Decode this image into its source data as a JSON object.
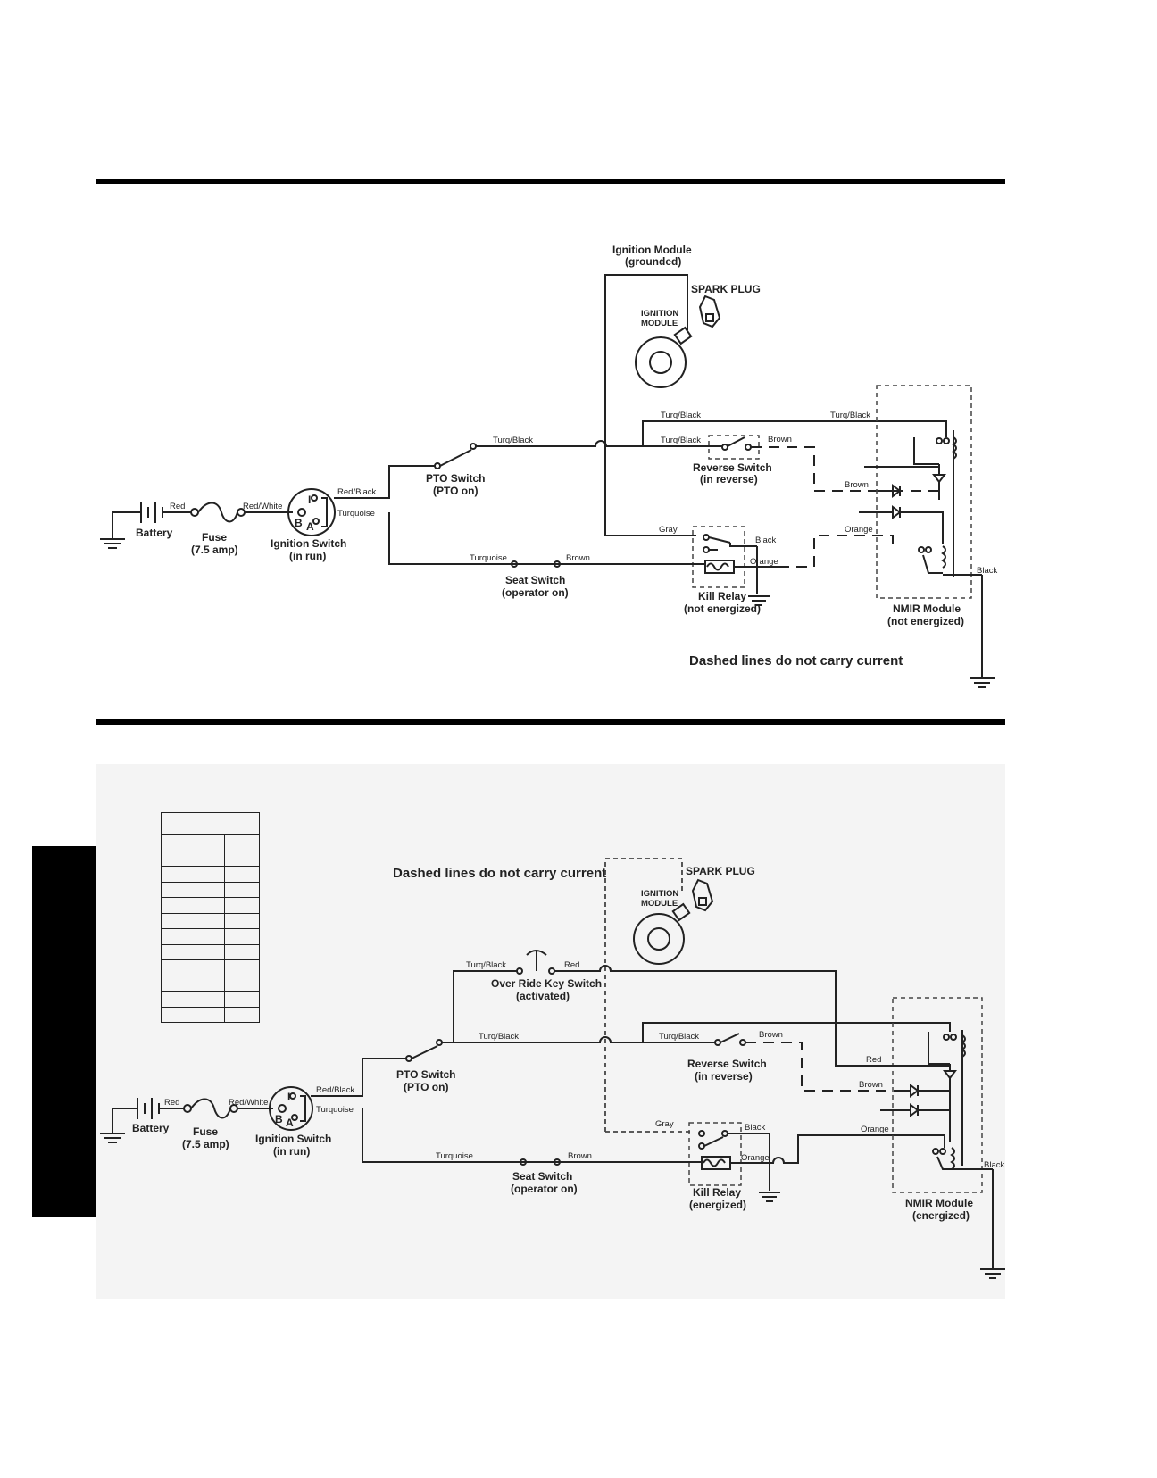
{
  "diagram1": {
    "ignition_module_title": "Ignition Module",
    "ignition_module_state": "(grounded)",
    "spark_plug": "SPARK PLUG",
    "ignition_module_line1": "IGNITION",
    "ignition_module_line2": "MODULE",
    "battery": "Battery",
    "fuse": "Fuse",
    "fuse_rating": "(7.5 amp)",
    "ignition_switch": "Ignition Switch",
    "ignition_switch_state": "(in run)",
    "terminal_i": "I",
    "terminal_b": "B",
    "terminal_a": "A",
    "pto_switch": "PTO Switch",
    "pto_state": "(PTO on)",
    "seat_switch": "Seat Switch",
    "seat_state": "(operator on)",
    "reverse_switch": "Reverse Switch",
    "reverse_state": "(in reverse)",
    "kill_relay": "Kill Relay",
    "kill_state": "(not energized)",
    "nmir_module": "NMIR Module",
    "nmir_state": "(not energized)",
    "note": "Dashed lines do not carry current",
    "wires": {
      "red": "Red",
      "red_white": "Red/White",
      "red_black": "Red/Black",
      "turquoise": "Turquoise",
      "turq_black_pto": "Turq/Black",
      "turq_black_top": "Turq/Black",
      "turq_black_nmir": "Turq/Black",
      "turq_black_rev": "Turq/Black",
      "brown_rev": "Brown",
      "brown_nmir": "Brown",
      "gray": "Gray",
      "black_relay": "Black",
      "orange_relay": "Orange",
      "orange_nmir": "Orange",
      "turquoise_seat": "Turquoise",
      "brown_seat": "Brown",
      "black_nmir": "Black"
    }
  },
  "diagram2": {
    "note": "Dashed lines do not carry current",
    "spark_plug": "SPARK PLUG",
    "ignition_module_line1": "IGNITION",
    "ignition_module_line2": "MODULE",
    "override_switch": "Over Ride Key Switch",
    "override_state": "(activated)",
    "battery": "Battery",
    "fuse": "Fuse",
    "fuse_rating": "(7.5 amp)",
    "ignition_switch": "Ignition Switch",
    "ignition_switch_state": "(in run)",
    "terminal_i": "I",
    "terminal_b": "B",
    "terminal_a": "A",
    "pto_switch": "PTO Switch",
    "pto_state": "(PTO on)",
    "seat_switch": "Seat Switch",
    "seat_state": "(operator on)",
    "reverse_switch": "Reverse Switch",
    "reverse_state": "(in reverse)",
    "kill_relay": "Kill Relay",
    "kill_state": "(energized)",
    "nmir_module": "NMIR Module",
    "nmir_state": "(energized)",
    "wires": {
      "red": "Red",
      "red_white": "Red/White",
      "red_black": "Red/Black",
      "turquoise": "Turquoise",
      "turq_black_override": "Turq/Black",
      "red_override": "Red",
      "turq_black_pto": "Turq/Black",
      "turq_black_rev": "Turq/Black",
      "brown_rev": "Brown",
      "red_nmir": "Red",
      "brown_nmir": "Brown",
      "gray": "Gray",
      "black_relay": "Black",
      "orange_relay": "Orange",
      "orange_nmir": "Orange",
      "turquoise_seat": "Turquoise",
      "brown_seat": "Brown",
      "black_nmir": "Black"
    }
  }
}
